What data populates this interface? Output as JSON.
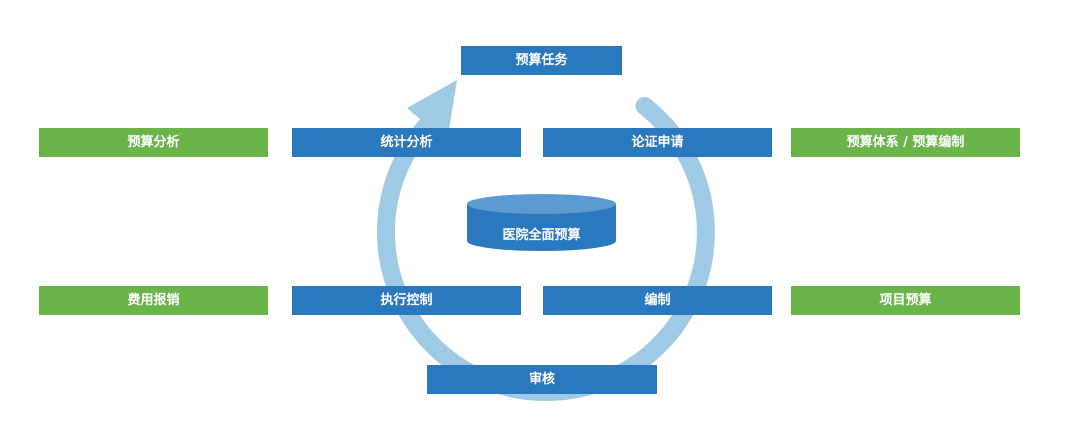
{
  "top": "预算任务",
  "center": "医院全面预算",
  "left_upper": "统计分析",
  "right_upper": "论证申请",
  "left_lower": "执行控制",
  "right_lower": "编制",
  "bottom": "审核",
  "green_left_upper": "预算分析",
  "green_right_upper": "预算体系 / 预算编制",
  "green_left_lower": "费用报销",
  "green_right_lower": "项目预算",
  "colors": {
    "box_blue": "#2a78bd",
    "box_green": "#6ab44a",
    "ring": "#9ecae6"
  }
}
